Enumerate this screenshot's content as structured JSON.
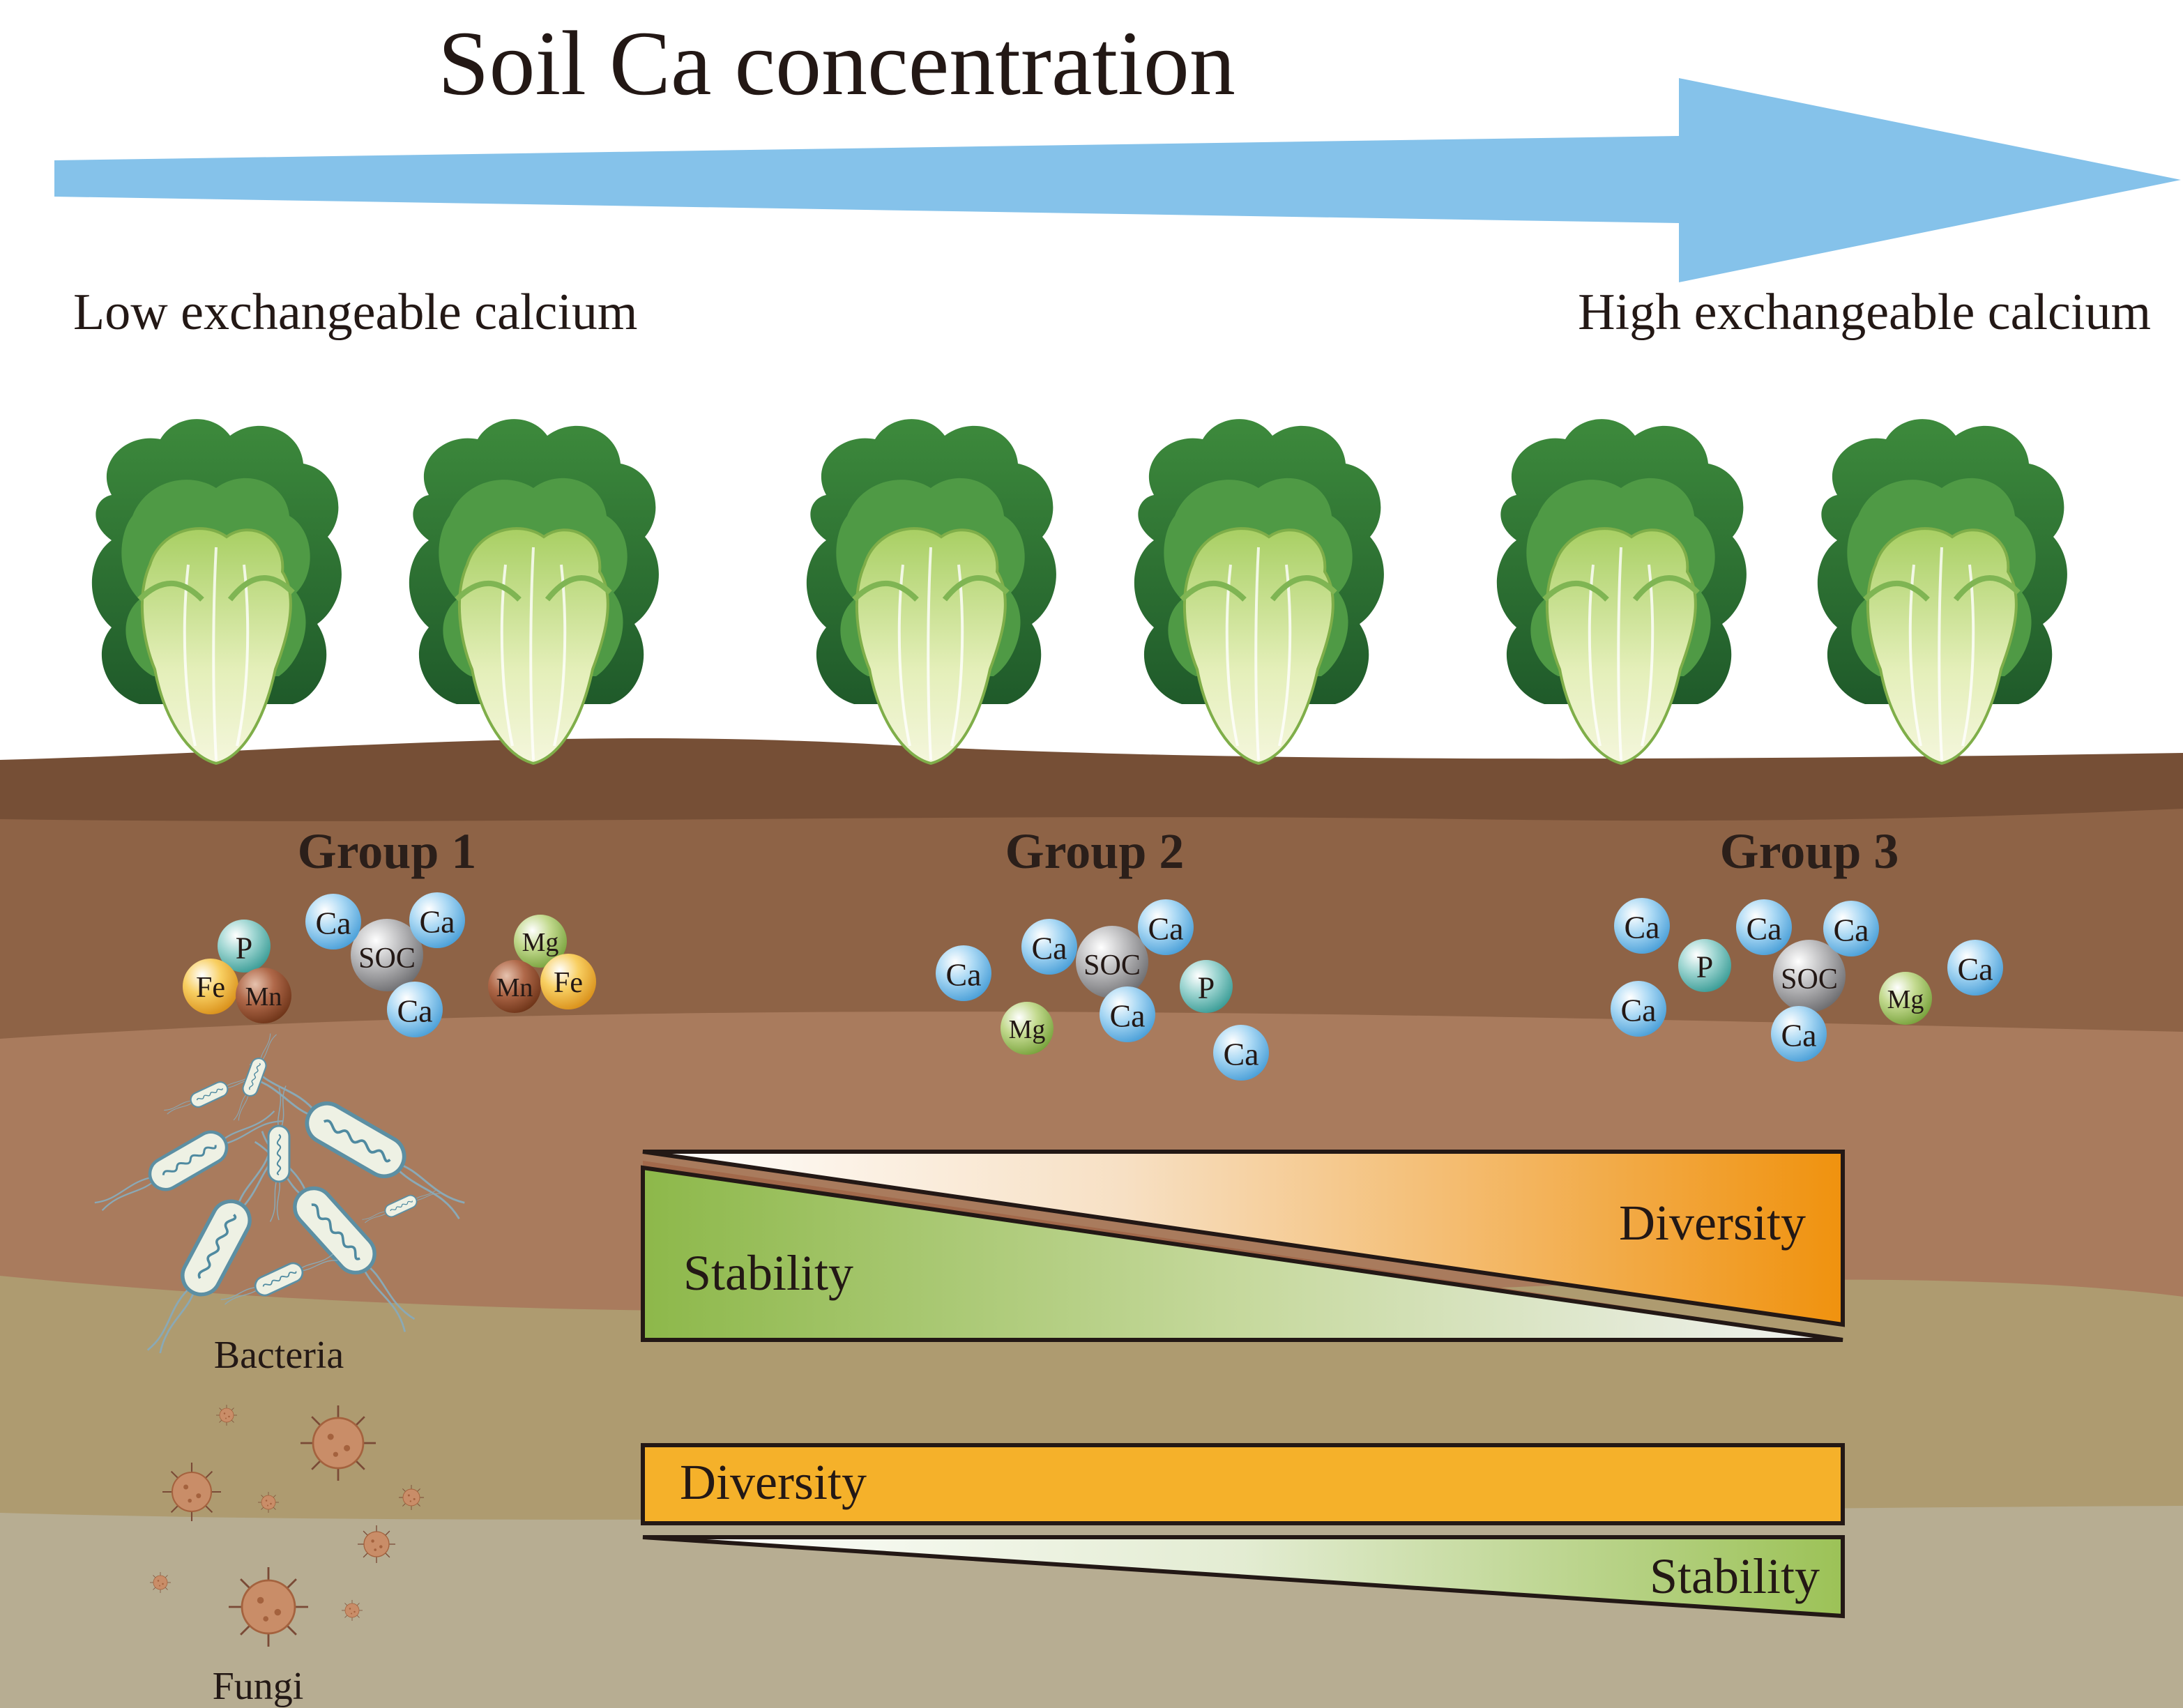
{
  "header": {
    "title": "Soil Ca concentration",
    "low_label": "Low exchangeable calcium",
    "high_label": "High exchangeable calcium"
  },
  "groups": [
    {
      "label": "Group 1",
      "ions": [
        "Ca",
        "Ca",
        "SOC",
        "Ca",
        "P",
        "Fe",
        "Mn",
        "Mg",
        "Mn",
        "Fe"
      ]
    },
    {
      "label": "Group 2",
      "ions": [
        "Ca",
        "Ca",
        "SOC",
        "Ca",
        "Ca",
        "P",
        "Mg",
        "Ca"
      ]
    },
    {
      "label": "Group 3",
      "ions": [
        "Ca",
        "Ca",
        "Ca",
        "P",
        "SOC",
        "Ca",
        "Ca",
        "Mg",
        "Ca"
      ]
    }
  ],
  "bacteria_panel": {
    "label": "Bacteria",
    "stability": "Stability",
    "diversity": "Diversity"
  },
  "fungi_panel": {
    "label": "Fungi",
    "diversity": "Diversity",
    "stability": "Stability"
  },
  "colors": {
    "arrow": "#85c2ea",
    "soil_top": "#764f36",
    "soil_layer2": "#8e6346",
    "soil_layer3": "#a97b5d",
    "soil_layer4": "#ae9b70",
    "soil_layer5": "#b7ad92",
    "stability_green": "#8db84a",
    "diversity_orange": "#f5b12a",
    "ion_ca": "#7fc3ec",
    "ion_soc": "#9a9a9c",
    "ion_p": "#64b9b4",
    "ion_fe": "#f2b32c",
    "ion_mn": "#8e4a2c",
    "ion_mg": "#a5c46a"
  },
  "icons": [
    "cabbage-icon",
    "bacterium-icon",
    "fungus-spore-icon",
    "arrow-right-icon"
  ]
}
